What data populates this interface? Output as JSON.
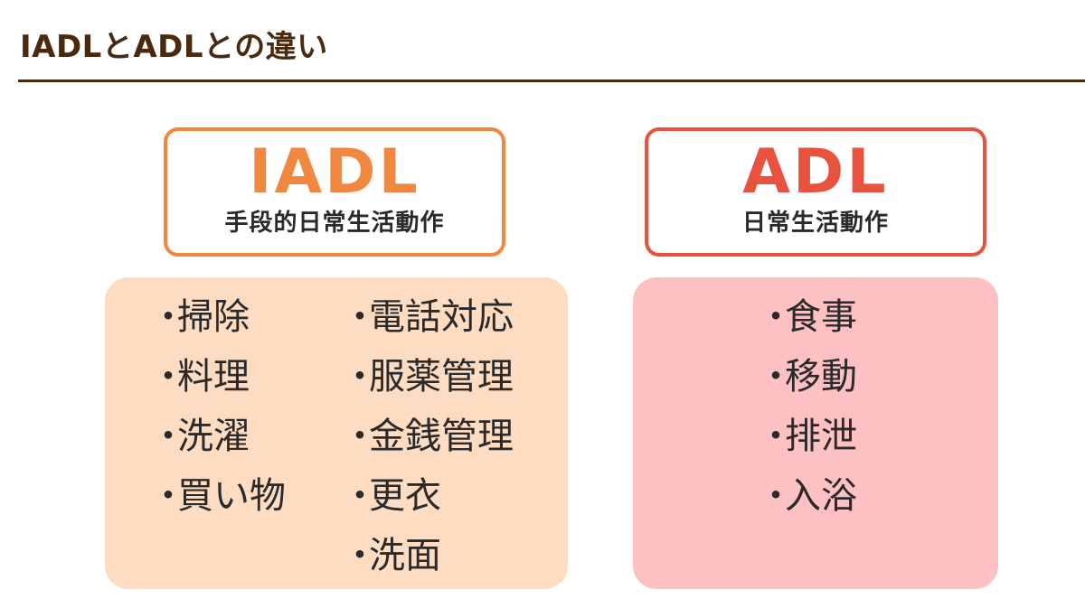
{
  "title": "IADLとADLとの違い",
  "iadl": {
    "abbr": "IADL",
    "full_name": "手段的日常生活動作",
    "color": "#f0883f",
    "panel_color": "#fddcc2",
    "column1": [
      "掃除",
      "料理",
      "洗濯",
      "買い物"
    ],
    "column2": [
      "電話対応",
      "服薬管理",
      "金銭管理",
      "更衣",
      "洗面"
    ]
  },
  "adl": {
    "abbr": "ADL",
    "full_name": "日常生活動作",
    "color": "#e85340",
    "panel_color": "#fdc1c3",
    "items": [
      "食事",
      "移動",
      "排泄",
      "入浴"
    ]
  },
  "bullet": "・"
}
